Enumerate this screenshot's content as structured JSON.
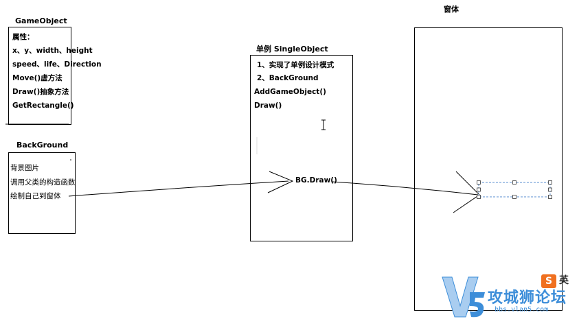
{
  "gameobject": {
    "title": "GameObject",
    "lines": [
      "属性：",
      "x、y、width、height",
      "speed、life、Direction",
      "Move()虚方法",
      "Draw()抽象方法",
      "GetRectangle()"
    ]
  },
  "background": {
    "title": "BackGround",
    "lines": [
      "背景图片",
      "调用父类的构造函数",
      "绘制自己到窗体"
    ]
  },
  "singleton": {
    "title": "单例 SingleObject",
    "lines": [
      "1、实现了单例设计模式",
      "2、BackGround",
      "AddGameObject()",
      "Draw()"
    ],
    "call": "BG.Draw()"
  },
  "window": {
    "title": "窗体"
  },
  "watermark": {
    "main": "攻城狮论坛",
    "url": "bbs.vlan5.com",
    "badge": "S",
    "badge_suffix": "英"
  }
}
